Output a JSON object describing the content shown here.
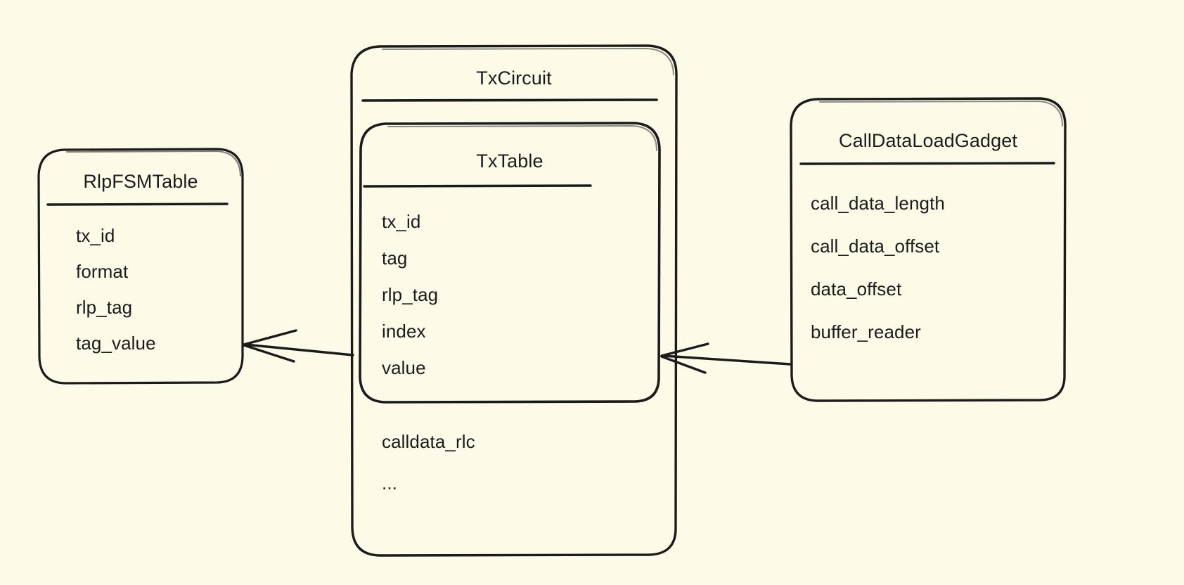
{
  "diagram": {
    "background_color": "#fdfbe8",
    "stroke_color": "#1b1b1b",
    "style": "hand-drawn-sketch",
    "boxes": [
      {
        "id": "rlp-fsm-table",
        "title": "RlpFSMTable",
        "fields": [
          "tx_id",
          "format",
          "rlp_tag",
          "tag_value"
        ]
      },
      {
        "id": "tx-circuit",
        "title": "TxCircuit",
        "fields": [
          "calldata_rlc",
          "..."
        ]
      },
      {
        "id": "tx-table",
        "title": "TxTable",
        "fields": [
          "tx_id",
          "tag",
          "rlp_tag",
          "index",
          "value"
        ]
      },
      {
        "id": "call-data-load-gadget",
        "title": "CallDataLoadGadget",
        "fields": [
          "call_data_length",
          "call_data_offset",
          "data_offset",
          "buffer_reader"
        ]
      }
    ],
    "arrows": [
      {
        "id": "arrow-txcircuit-to-rlpfsmtable",
        "from": "tx-circuit",
        "to": "rlp-fsm-table",
        "direction": "left"
      },
      {
        "id": "arrow-calldataloadgadget-to-txtable",
        "from": "call-data-load-gadget",
        "to": "tx-table",
        "direction": "left"
      }
    ]
  }
}
